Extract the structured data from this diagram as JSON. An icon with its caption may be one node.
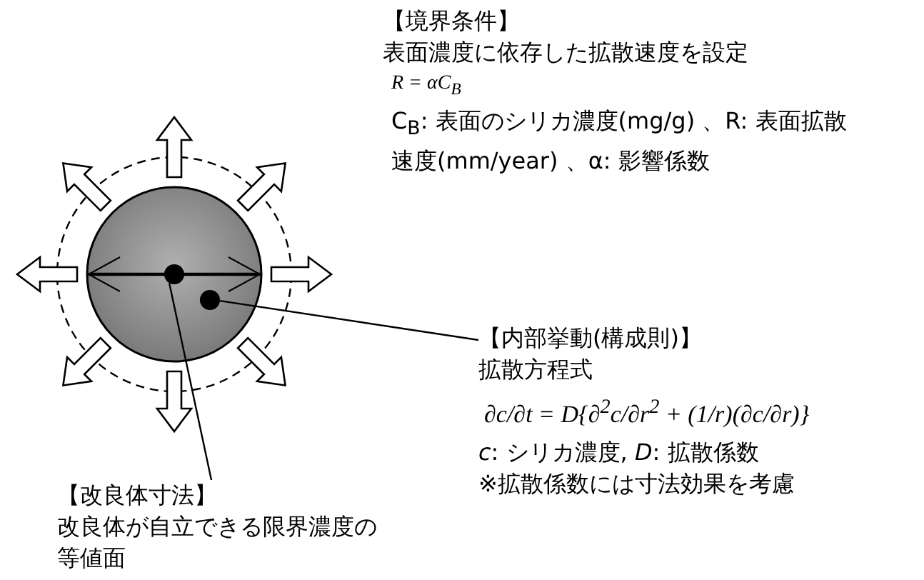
{
  "diagram": {
    "nodes": [
      {
        "text": [
          "【改良体寸法】",
          "改良体が自立できる限界濃度の等値面"
        ]
      },
      {
        "text": [],
        "shape": "circle"
      },
      {
        "text": [
          "【内部挙動(構成則)】",
          "拡散方程式",
          "∂c/∂t = D{∂$^{2}$c/∂r$^{2}$ + (1/r)(∂c/∂r)}",
          "*c*: シリカ濃度, *D*: 拡散係数",
          "※拡散係数には寸法効果を考慮"
        ]
      },
      {
        "text": [],
        "shape": "circle"
      }
    ],
    "edges": [
      {
        "from": 0,
        "to": 1,
        "arrow": "none"
      },
      {
        "from": 2,
        "to": 3,
        "arrow": "none"
      }
    ],
    "labels": [
      "【境界条件】",
      "表面濃度に依存した拡散速度を設定",
      "R = αC$_{B}$",
      "C$_{B}$: 表面のシリカ濃度(mg/g) 、R: 表面拡散速度(mm/year) 、α: 影響係数"
    ]
  }
}
